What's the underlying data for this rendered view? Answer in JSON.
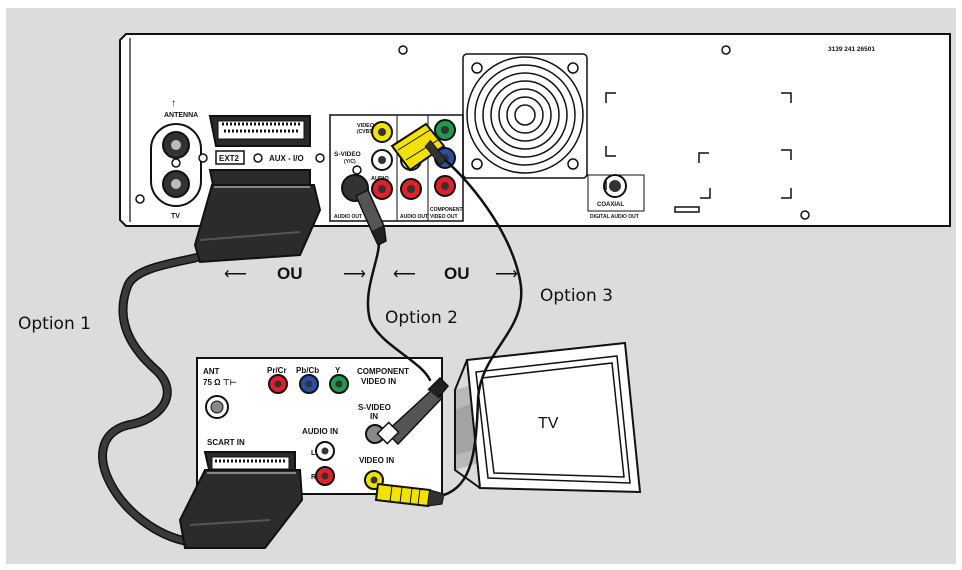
{
  "recorder": {
    "model_code": "3139 241 26501",
    "antenna_label": "ANTENNA",
    "tv_label": "TV",
    "ext2_label": "EXT2",
    "aux_label": "AUX - I/O",
    "svideo_label": "S-VIDEO",
    "svideo_sub": "(Y/C)",
    "video_label": "VIDEO",
    "video_sub": "(CVBS)",
    "audio_label": "AUDIO",
    "audio_out_label": "AUDIO OUT",
    "audio_out_label_2": "AUDIO OUT",
    "component_label_1": "COMPONENT",
    "component_label_2": "VIDEO OUT",
    "coaxial_label": "COAXIAL",
    "digital_audio_out_label": "DIGITAL AUDIO OUT"
  },
  "tv_panel": {
    "ant_label": "ANT",
    "ant_sub": "75 Ω ⊤⊢",
    "pr_label": "Pr/Cr",
    "pb_label": "Pb/Cb",
    "y_label": "Y",
    "component_label_1": "COMPONENT",
    "component_label_2": "VIDEO IN",
    "svideo_label_1": "S-VIDEO",
    "svideo_label_2": "IN",
    "audio_in_label": "AUDIO IN",
    "left_label": "L",
    "right_label": "R",
    "video_in_label": "VIDEO IN",
    "scart_in_label": "SCART IN",
    "tv_screen_label": "TV"
  },
  "options": {
    "option1": "Option 1",
    "option2": "Option 2",
    "option3": "Option 3",
    "or_1": "OU",
    "or_2": "OU"
  },
  "colors": {
    "background": "#dcdcdc",
    "device": "#ffffff",
    "outline": "#111111",
    "cable": "#3a3a3a",
    "yellow": "#f2e200",
    "red": "#e0202a",
    "green": "#1f9a4a",
    "blue": "#2a4fa8"
  }
}
